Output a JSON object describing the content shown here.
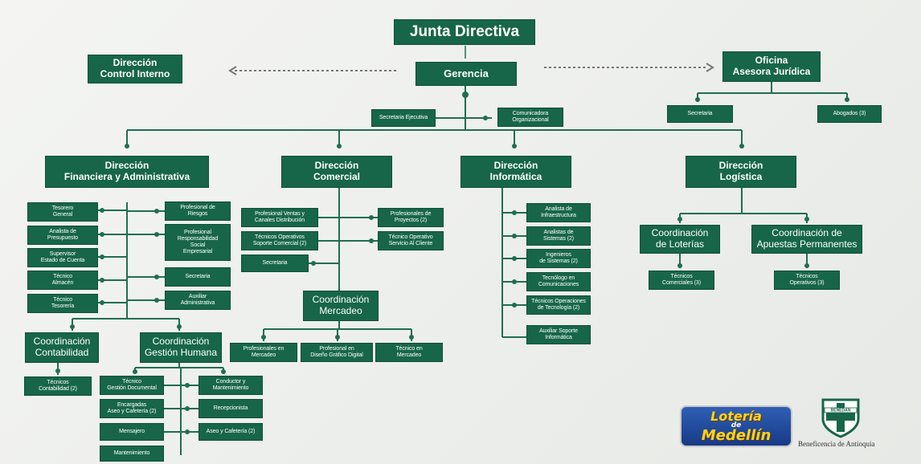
{
  "title": "Junta Directiva",
  "gerencia": "Gerencia",
  "control_interno": "Dirección\nControl Interno",
  "oficina_juridica": "Oficina\nAsesora Jurídica",
  "secretaria_juridica": "Secretaria",
  "abogados": "Abogados (3)",
  "secretaria_ejecutiva": "Secretaria Ejecutiva",
  "comunicadora": "Comunicadora\nOrganizacional",
  "financiera": {
    "title": "Dirección\nFinanciera y Administrativa",
    "left": [
      "Tesorero\nGeneral",
      "Analista de\nPresupuesto",
      "Supervisor\nEstado de Cuenta",
      "Técnico\nAlmacén",
      "Técnico\nTesorería"
    ],
    "right": [
      "Profesional de\nRiesgos",
      "Profesional\nResponsabilidad\nSocial\nEmpresarial",
      "Secretaria",
      "Auxiliar\nAdministrativa"
    ],
    "coord_contabilidad": "Coordinación\nContabilidad",
    "tecnicos_contabilidad": "Técnicos\nContabilidad (2)",
    "coord_gestion": "Coordinación\nGestión Humana",
    "gestion_left": [
      "Técnico\nGestión Documental",
      "Encargadas\nAseo y Cafetería (2)",
      "Mensajero",
      "Mantenimiento"
    ],
    "gestion_right": [
      "Conductor y\nMantenimiento",
      "Recepcionista",
      "Aseo y Cafetería (2)"
    ]
  },
  "comercial": {
    "title": "Dirección\nComercial",
    "left": [
      "Profesional Ventas y\nCanales Distribución",
      "Técnicos Operativos\nSoporte Comercial (2)",
      "Secretaria"
    ],
    "right": [
      "Profesionales de\nProyectos (2)",
      "Técnico Operativo\nServicio Al Cliente"
    ],
    "coord_mercadeo": "Coordinación\nMercadeo",
    "mercadeo": [
      "Profesionales en\nMercadeo",
      "Profesional en\nDiseño Gráfico Digital",
      "Técnico en\nMercadeo"
    ]
  },
  "informatica": {
    "title": "Dirección\nInformática",
    "items": [
      "Analista de\nInfraestructura",
      "Analistas de\nSistemas (2)",
      "Ingenieros\nde Sistemas (2)",
      "Tecnólogo en\nComunicaciones",
      "Técnicos Operaciones\nde Tecnología (2)",
      "Auxiliar Soporte\nInformática"
    ]
  },
  "logistica": {
    "title": "Dirección\nLogística",
    "coord_loterias": "Coordinación\nde Loterías",
    "coord_apuestas": "Coordinación de\nApuestas Permanentes",
    "tec_comerciales": "Técnicos\nComerciales (3)",
    "tec_operativos": "Técnicos\nOperativos (3)"
  },
  "logos": {
    "loteria_line1": "Lotería",
    "loteria_line2": "de",
    "loteria_line3": "Medellín",
    "bene_badge": "BENEDAN",
    "bene_caption": "Beneficencia de Antioquia"
  },
  "colors": {
    "box": "#17664a",
    "line": "#1f6e50",
    "background": "#eef0ed"
  }
}
